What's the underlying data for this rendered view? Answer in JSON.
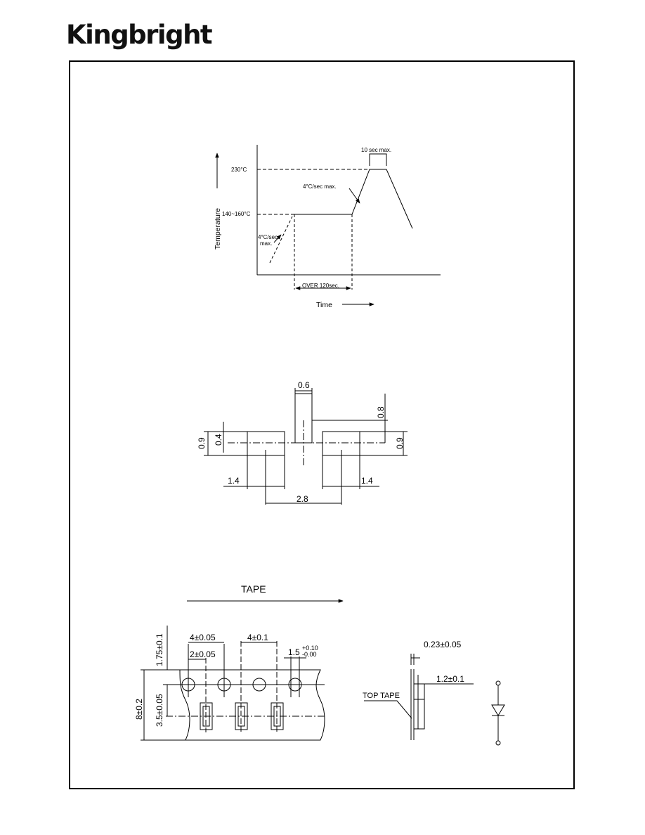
{
  "brand": {
    "logo_text": "Kingbright"
  },
  "reflow_profile": {
    "y_axis_label": "Temperature",
    "x_axis_label": "Time",
    "peak_temp": "230°C",
    "preheat_temp": "140~160°C",
    "peak_duration": "10 sec max.",
    "ramp_rate_upper": "4°C/sec max.",
    "ramp_rate_lower_line1": "4°C/sec.",
    "ramp_rate_lower_line2": "max.",
    "preheat_duration": "OVER 120sec."
  },
  "pad_layout": {
    "dim_top_width": "0.6",
    "dim_top_height": "0.8",
    "dim_left_height": "0.9",
    "dim_left_inner": "0.4",
    "dim_right_height": "0.9",
    "dim_left_pad": "1.4",
    "dim_right_pad": "1.4",
    "dim_span": "2.8"
  },
  "tape": {
    "title": "TAPE",
    "dim_edge_to_hole": "1.75±0.1",
    "dim_tape_width": "8±0.2",
    "dim_hole_to_pocket": "3.5±0.05",
    "dim_hole_pitch": "4±0.05",
    "dim_half_pitch": "2±0.05",
    "dim_pocket_pitch": "4±0.1",
    "dim_hole_dia": "1.5",
    "dim_hole_dia_tol_plus": "+0.10",
    "dim_hole_dia_tol_minus": "-0.00",
    "dim_tape_thickness": "0.23±0.05",
    "dim_pocket_depth": "1.2±0.1",
    "top_tape_label": "TOP TAPE"
  }
}
